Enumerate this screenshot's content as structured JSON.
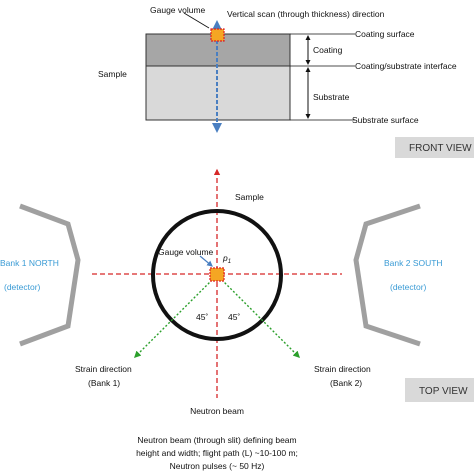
{
  "front_view": {
    "gauge_volume": "Gauge volume",
    "vertical_scan": "Vertical scan (through thickness) direction",
    "sample": "Sample",
    "coating_surface": "Coating surface",
    "coating": "Coating",
    "interface": "Coating/substrate interface",
    "substrate": "Substrate",
    "substrate_surface": "Substrate surface",
    "view_label": "FRONT VIEW"
  },
  "top_view": {
    "sample": "Sample",
    "gauge_volume": "Gauge volume",
    "p1_main": "p",
    "p1_sub": "1",
    "bank1_line1": "Bank 1 NORTH",
    "bank1_line2": "(detector)",
    "bank2_line1": "Bank 2 SOUTH",
    "bank2_line2": "(detector)",
    "angle_left": "45˚",
    "angle_right": "45˚",
    "strain1_line1": "Strain direction",
    "strain1_line2": "(Bank 1)",
    "strain2_line1": "Strain direction",
    "strain2_line2": "(Bank 2)",
    "neutron_beam": "Neutron beam",
    "view_label": "TOP VIEW",
    "caption_line1": "Neutron beam (through slit) defining beam",
    "caption_line2": "height and width; flight path (L) ~10-100 m;",
    "caption_line3": "Neutron pulses (~ 50 Hz)"
  },
  "colors": {
    "coating_fill": "#a6a6a6",
    "substrate_fill": "#d9d9d9",
    "scan_arrow": "#4a7fc1",
    "gauge_fill": "#f5a623",
    "gauge_border": "#e02020",
    "beam_line": "#d62728",
    "strain_line": "#2ca02c",
    "detector": "#a0a0a0",
    "view_box": "#d9d9d9"
  }
}
